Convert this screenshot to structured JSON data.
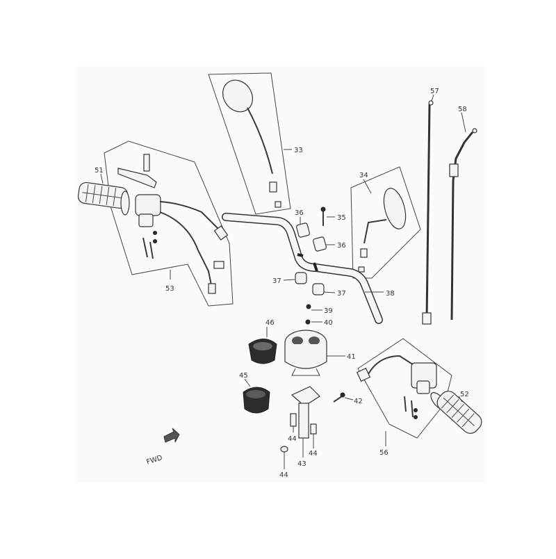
{
  "diagram": {
    "forward_marker": "FWD",
    "callouts": [
      {
        "id": "c33",
        "text": "33"
      },
      {
        "id": "c34",
        "text": "34"
      },
      {
        "id": "c35",
        "text": "35"
      },
      {
        "id": "c36a",
        "text": "36"
      },
      {
        "id": "c36b",
        "text": "36"
      },
      {
        "id": "c37a",
        "text": "37"
      },
      {
        "id": "c37b",
        "text": "37"
      },
      {
        "id": "c38",
        "text": "38"
      },
      {
        "id": "c39",
        "text": "39"
      },
      {
        "id": "c40",
        "text": "40"
      },
      {
        "id": "c41",
        "text": "41"
      },
      {
        "id": "c42",
        "text": "42"
      },
      {
        "id": "c43",
        "text": "43"
      },
      {
        "id": "c44a",
        "text": "44"
      },
      {
        "id": "c44b",
        "text": "44"
      },
      {
        "id": "c44c",
        "text": "44"
      },
      {
        "id": "c45",
        "text": "45"
      },
      {
        "id": "c46",
        "text": "46"
      },
      {
        "id": "c51",
        "text": "51"
      },
      {
        "id": "c52",
        "text": "52"
      },
      {
        "id": "c53",
        "text": "53"
      },
      {
        "id": "c56",
        "text": "56"
      },
      {
        "id": "c57",
        "text": "57"
      },
      {
        "id": "c58",
        "text": "58"
      }
    ]
  }
}
